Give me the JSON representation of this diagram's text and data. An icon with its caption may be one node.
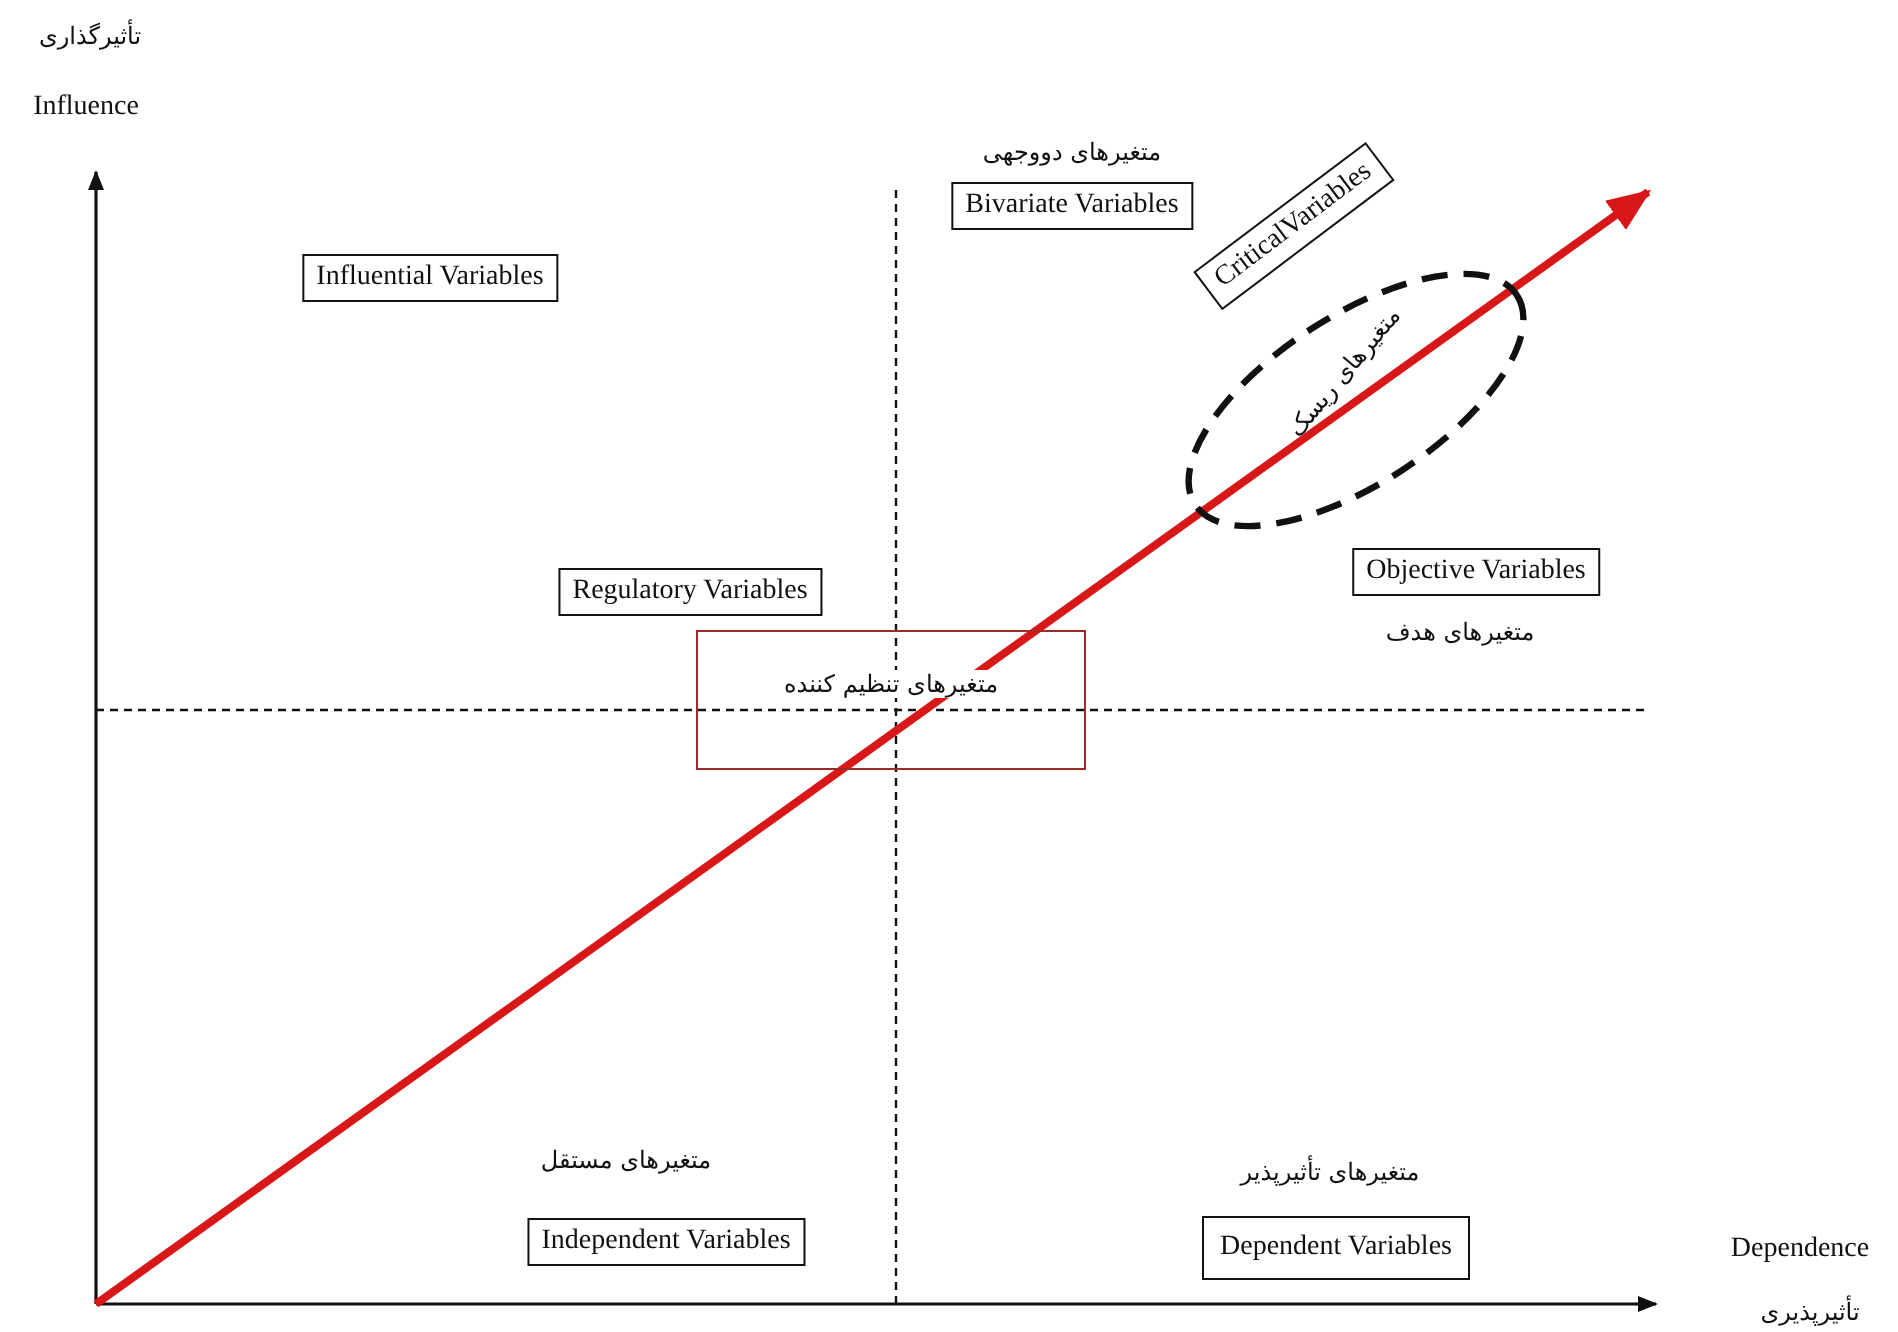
{
  "diagram": {
    "nodes": [
      {
        "text": [
          "Influential Variables"
        ]
      },
      {
        "text": [
          "متغیرهای دووجهی",
          "Bivariate Variables"
        ]
      },
      {
        "text": [
          "CriticalVariables"
        ]
      },
      {
        "text": [
          "متغیرهای ریسک"
        ]
      },
      {
        "text": [
          "Regulatory Variables"
        ]
      },
      {
        "text": [
          "متغیرهای تنظیم کننده"
        ]
      },
      {
        "text": [
          "Objective Variables",
          "متغیرهای هدف"
        ]
      },
      {
        "text": [
          "متغیرهای مستقل",
          "Independent Variables"
        ]
      },
      {
        "text": [
          "متغیرهای تأثیرپذیر",
          "Dependent Variables"
        ]
      }
    ],
    "labels": [
      "تأثیرگذاری",
      "Influence",
      "Dependence",
      "تأثیرپذیری"
    ]
  }
}
